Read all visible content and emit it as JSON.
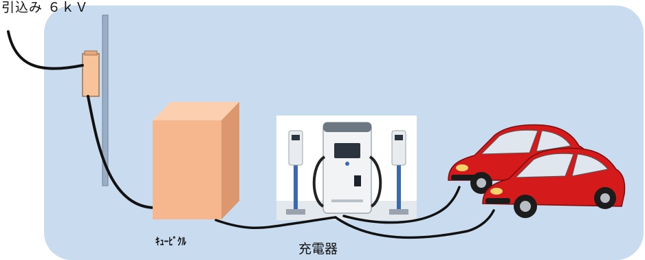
{
  "labels": {
    "top_text": "引込み ６ｋＶ",
    "cubicle": "ｷｭｰﾋﾞｸﾙ",
    "charger": "充電器"
  },
  "colors": {
    "panel_bg": "#c9dcef",
    "pole": "#8ea4bd",
    "cubicle_front": "#f6b78e",
    "cubicle_side": "#d9906a",
    "car_body": "#d41a1a",
    "cable": "#111111"
  }
}
